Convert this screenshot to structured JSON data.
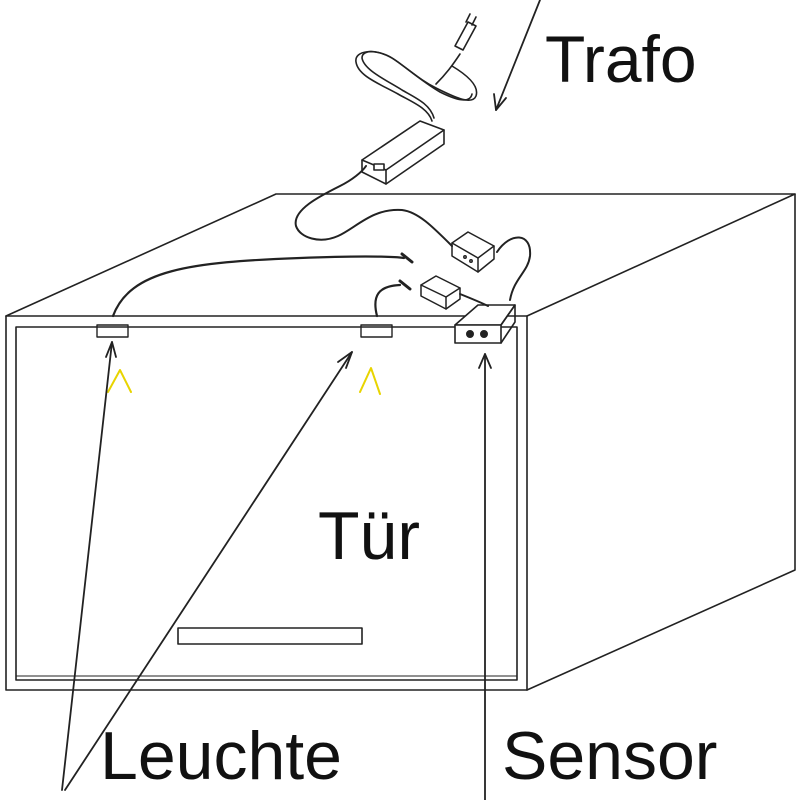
{
  "labels": {
    "transformer": "Trafo",
    "door": "Tür",
    "light": "Leuchte",
    "sensor": "Sensor"
  },
  "colors": {
    "line": "#222222",
    "light_beam": "#e8d400",
    "background": "#ffffff"
  },
  "icons": [
    "transformer-icon",
    "plug-icon",
    "led-light-icon",
    "sensor-icon",
    "connector-box-icon"
  ]
}
